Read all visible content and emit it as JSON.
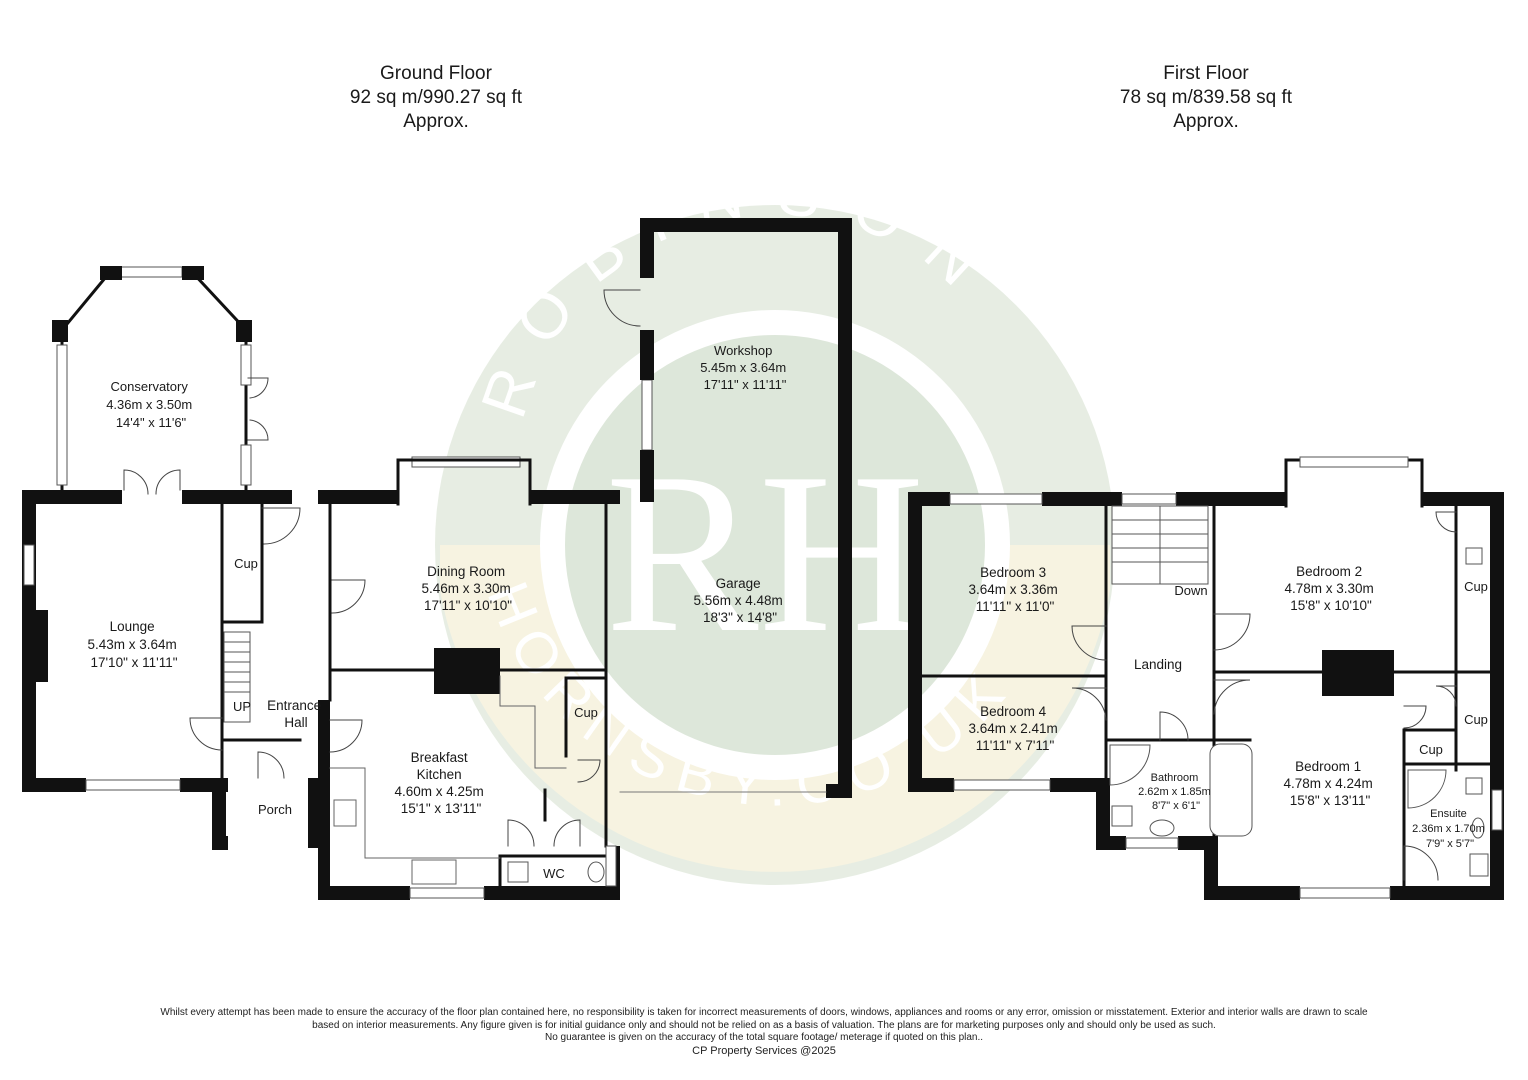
{
  "floors": [
    {
      "name": "Ground Floor",
      "area": "92 sq m/990.27 sq ft",
      "approx": "Approx."
    },
    {
      "name": "First Floor",
      "area": "78 sq m/839.58 sq ft",
      "approx": "Approx."
    }
  ],
  "watermark": {
    "arc_text": "ROBINSON",
    "monogram": "RH",
    "lower_text": "HORNSBY.CO.UK",
    "colors": {
      "green": "#dde6d9",
      "yellow": "#f5f0d8"
    }
  },
  "rooms": {
    "conservatory": {
      "name": "Conservatory",
      "metric": "4.36m x 3.50m",
      "imperial": "14'4\" x 11'6\""
    },
    "lounge": {
      "name": "Lounge",
      "metric": "5.43m x 3.64m",
      "imperial": "17'10\" x 11'11\""
    },
    "cup_hall": {
      "name": "Cup"
    },
    "up": {
      "name": "UP"
    },
    "entrance_hall": {
      "line1": "Entrance",
      "line2": "Hall"
    },
    "porch": {
      "name": "Porch"
    },
    "dining_room": {
      "name": "Dining Room",
      "metric": "5.46m x 3.30m",
      "imperial": "17'11\" x 10'10\""
    },
    "breakfast_kitchen": {
      "line1": "Breakfast",
      "line2": "Kitchen",
      "metric": "4.60m x 4.25m",
      "imperial": "15'1\" x 13'11\""
    },
    "cup_kitchen": {
      "name": "Cup"
    },
    "wc": {
      "name": "WC"
    },
    "workshop": {
      "name": "Workshop",
      "metric": "5.45m x 3.64m",
      "imperial": "17'11\" x 11'11\""
    },
    "garage": {
      "name": "Garage",
      "metric": "5.56m x 4.48m",
      "imperial": "18'3\" x 14'8\""
    },
    "bedroom3": {
      "name": "Bedroom 3",
      "metric": "3.64m x 3.36m",
      "imperial": "11'11\" x 11'0\""
    },
    "bedroom4": {
      "name": "Bedroom 4",
      "metric": "3.64m x 2.41m",
      "imperial": "11'11\" x 7'11\""
    },
    "down": {
      "name": "Down"
    },
    "landing": {
      "name": "Landing"
    },
    "bathroom": {
      "name": "Bathroom",
      "metric": "2.62m x 1.85m",
      "imperial": "8'7\" x 6'1\""
    },
    "bedroom2": {
      "name": "Bedroom 2",
      "metric": "4.78m x 3.30m",
      "imperial": "15'8\" x 10'10\""
    },
    "cup_bed2": {
      "name": "Cup"
    },
    "cup_bed1_right": {
      "name": "Cup"
    },
    "cup_bed1_left": {
      "name": "Cup"
    },
    "bedroom1": {
      "name": "Bedroom 1",
      "metric": "4.78m x 4.24m",
      "imperial": "15'8\" x 13'11\""
    },
    "ensuite": {
      "name": "Ensuite",
      "metric": "2.36m x 1.70m",
      "imperial": "7'9\" x 5'7\""
    }
  },
  "disclaimer": {
    "line1": "Whilst every attempt has been made to ensure the accuracy of the floor plan contained here, no responsibility is taken for incorrect measurements of doors, windows, appliances and rooms or any error, omission or misstatement. Exterior and interior walls are drawn to scale",
    "line2": "based on interior measurements. Any figure given is for initial guidance only and should not be relied on as a basis of valuation. The plans are for marketing purposes only and should only be used as such.",
    "line3": "No guarantee is given on the accuracy of the total square footage/ meterage if quoted on this plan..",
    "credit": "CP Property Services @2025"
  }
}
